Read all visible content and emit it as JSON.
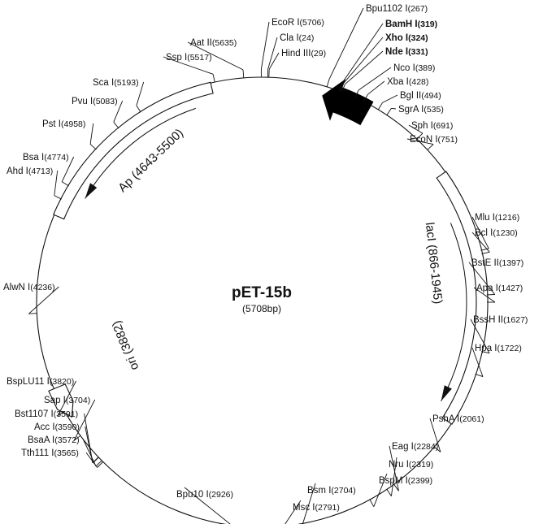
{
  "plasmid": {
    "name": "pET-15b",
    "size_label": "(5708bp)",
    "total_bp": 5708
  },
  "features": [
    {
      "id": "ap",
      "label": "Ap (4643-5500)",
      "start": 4643,
      "end": 5500,
      "direction": "reverse"
    },
    {
      "id": "laci",
      "label": "lacI (866-1945)",
      "start": 866,
      "end": 1945,
      "direction": "forward"
    },
    {
      "id": "ori",
      "label": "ori (3882)",
      "position": 3882
    },
    {
      "id": "t7-promoter",
      "start": 270,
      "end": 460,
      "direction": "reverse"
    }
  ],
  "sites": [
    {
      "name": "Bpu1102 I",
      "pos": "(267)",
      "bold": false
    },
    {
      "name": "BamH I",
      "pos": "(319)",
      "bold": true
    },
    {
      "name": "Xho I",
      "pos": "(324)",
      "bold": true
    },
    {
      "name": "Nde I",
      "pos": "(331)",
      "bold": true
    },
    {
      "name": "Nco I",
      "pos": "(389)",
      "bold": false
    },
    {
      "name": "Xba I",
      "pos": "(428)",
      "bold": false
    },
    {
      "name": "Bgl II",
      "pos": "(494)",
      "bold": false
    },
    {
      "name": "SgrA I",
      "pos": "(535)",
      "bold": false
    },
    {
      "name": "Sph I",
      "pos": "(691)",
      "bold": false
    },
    {
      "name": "EcoN I",
      "pos": "(751)",
      "bold": false
    },
    {
      "name": "Mlu I",
      "pos": "(1216)",
      "bold": false
    },
    {
      "name": "Bcl I",
      "pos": "(1230)",
      "bold": false
    },
    {
      "name": "BstE II",
      "pos": "(1397)",
      "bold": false
    },
    {
      "name": "Apa I",
      "pos": "(1427)",
      "bold": false
    },
    {
      "name": "BssH II",
      "pos": "(1627)",
      "bold": false
    },
    {
      "name": "Hpa I",
      "pos": "(1722)",
      "bold": false
    },
    {
      "name": "PshA I",
      "pos": "(2061)",
      "bold": false
    },
    {
      "name": "Eag I",
      "pos": "(2284)",
      "bold": false
    },
    {
      "name": "Nru I",
      "pos": "(2319)",
      "bold": false
    },
    {
      "name": "BspM I",
      "pos": "(2399)",
      "bold": false
    },
    {
      "name": "Bsm I",
      "pos": "(2704)",
      "bold": false
    },
    {
      "name": "Msc I",
      "pos": "(2791)",
      "bold": false
    },
    {
      "name": "Bpu10 I",
      "pos": "(2926)",
      "bold": false
    },
    {
      "name": "Tth111 I",
      "pos": "(3565)",
      "bold": false
    },
    {
      "name": "BsaA I",
      "pos": "(3572)",
      "bold": false
    },
    {
      "name": "Acc I",
      "pos": "(3590)",
      "bold": false
    },
    {
      "name": "Bst1107 I",
      "pos": "(3591)",
      "bold": false
    },
    {
      "name": "Sap I",
      "pos": "(3704)",
      "bold": false
    },
    {
      "name": "BspLU11 I",
      "pos": "(3820)",
      "bold": false
    },
    {
      "name": "AlwN I",
      "pos": "(4236)",
      "bold": false
    },
    {
      "name": "Ahd I",
      "pos": "(4713)",
      "bold": false
    },
    {
      "name": "Bsa I",
      "pos": "(4774)",
      "bold": false
    },
    {
      "name": "Pst I",
      "pos": "(4958)",
      "bold": false
    },
    {
      "name": "Pvu I",
      "pos": "(5083)",
      "bold": false
    },
    {
      "name": "Sca I",
      "pos": "(5193)",
      "bold": false
    },
    {
      "name": "Ssp I",
      "pos": "(5517)",
      "bold": false
    },
    {
      "name": "Aat II",
      "pos": "(5635)",
      "bold": false
    },
    {
      "name": "EcoR I",
      "pos": "(5706)",
      "bold": false
    },
    {
      "name": "Cla I",
      "pos": "(24)",
      "bold": false
    },
    {
      "name": "Hind III",
      "pos": "(29)",
      "bold": false
    }
  ]
}
